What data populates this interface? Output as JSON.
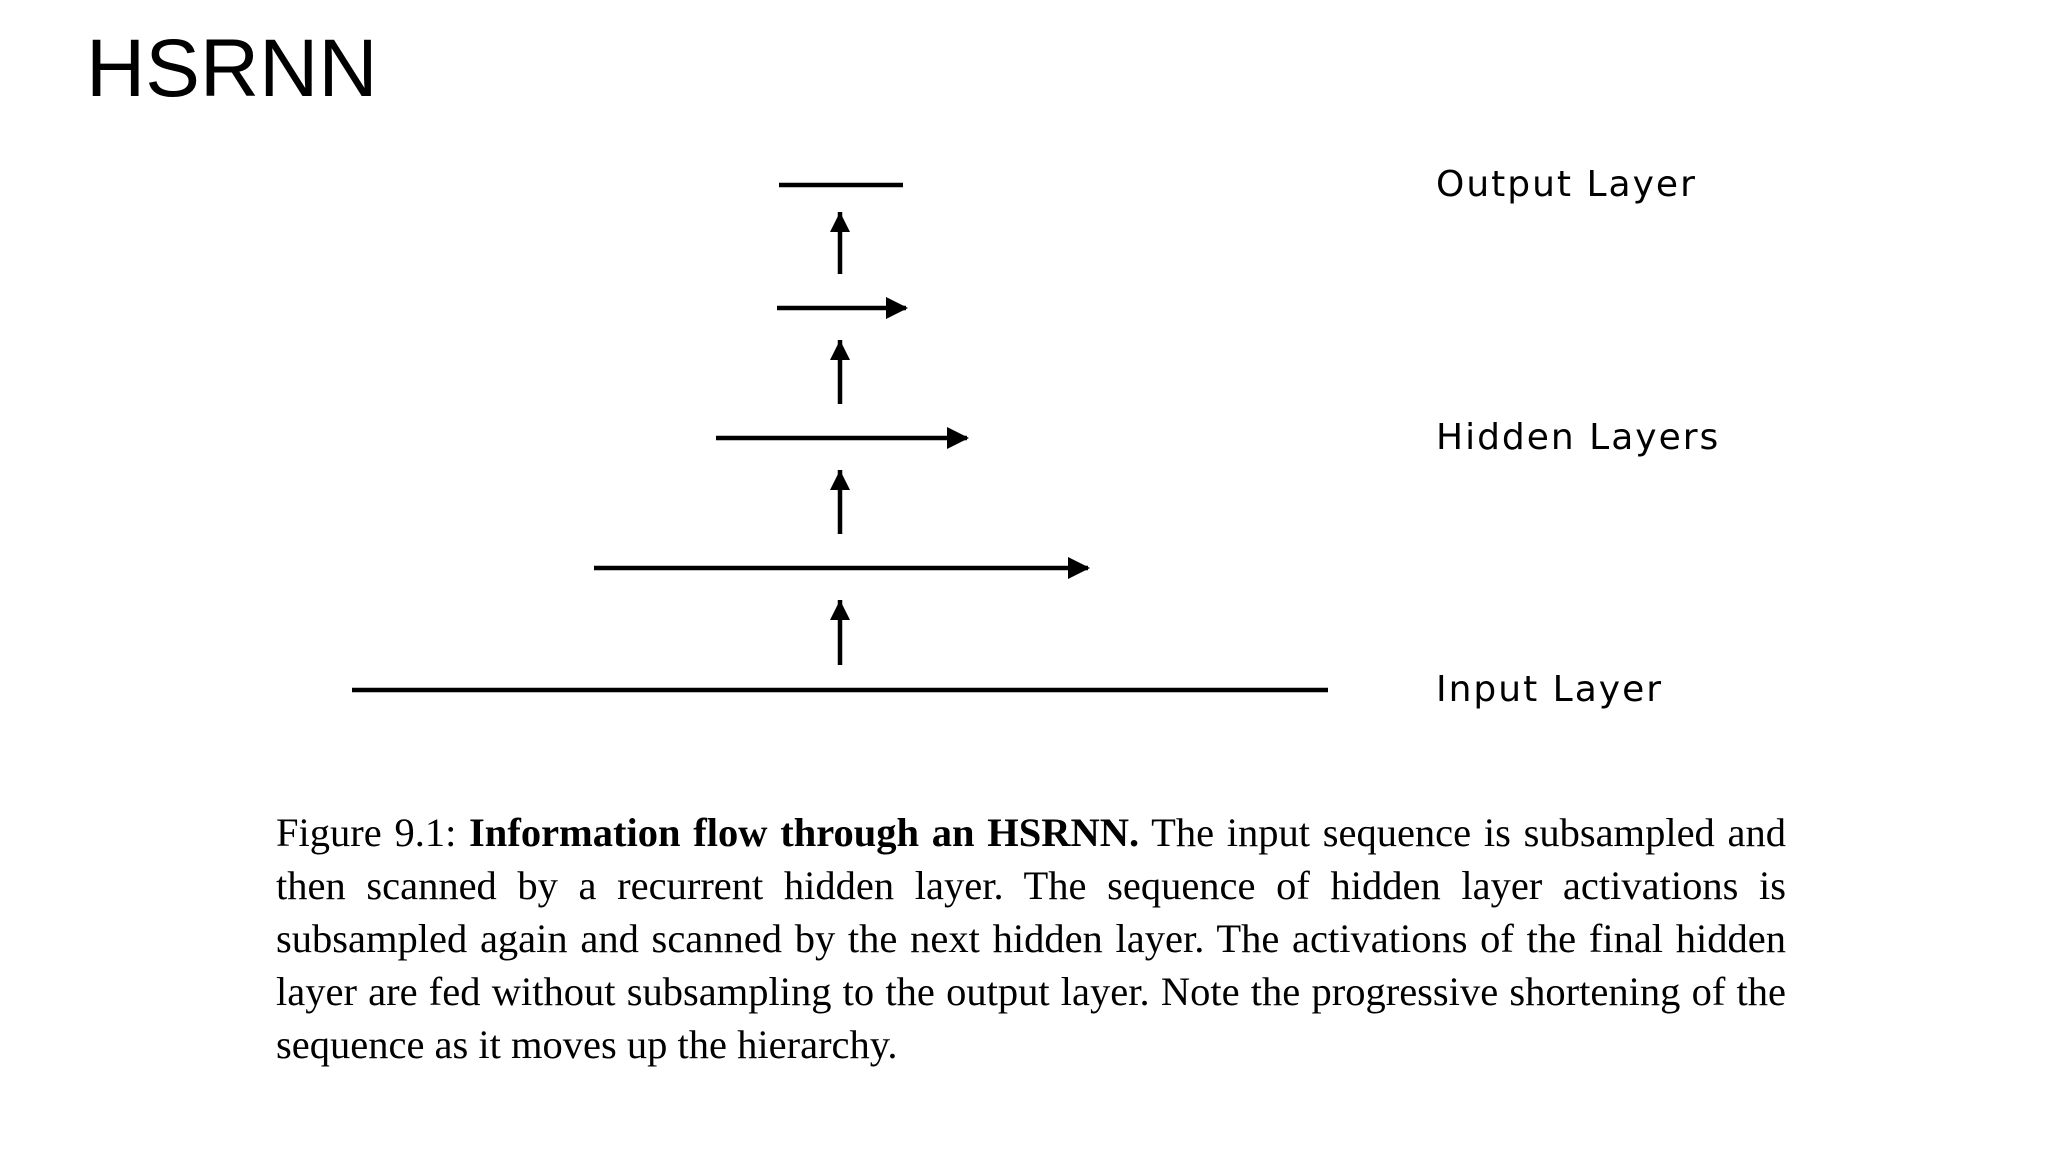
{
  "slide": {
    "title": "HSRNN"
  },
  "diagram": {
    "labels": {
      "output": "Output Layer",
      "hidden": "Hidden Layers",
      "input": "Input Layer"
    }
  },
  "caption": {
    "figure_number": "Figure 9.1:",
    "bold_title": "Information flow through an HSRNN.",
    "text": "The input sequence is subsampled and then scanned by a recurrent hidden layer.  The sequence of hidden layer activations is subsampled again and scanned by the next hidden layer. The activations of the final hidden layer are fed without subsampling to the output layer.  Note the progressive shortening of the sequence as it moves up the hierarchy."
  }
}
